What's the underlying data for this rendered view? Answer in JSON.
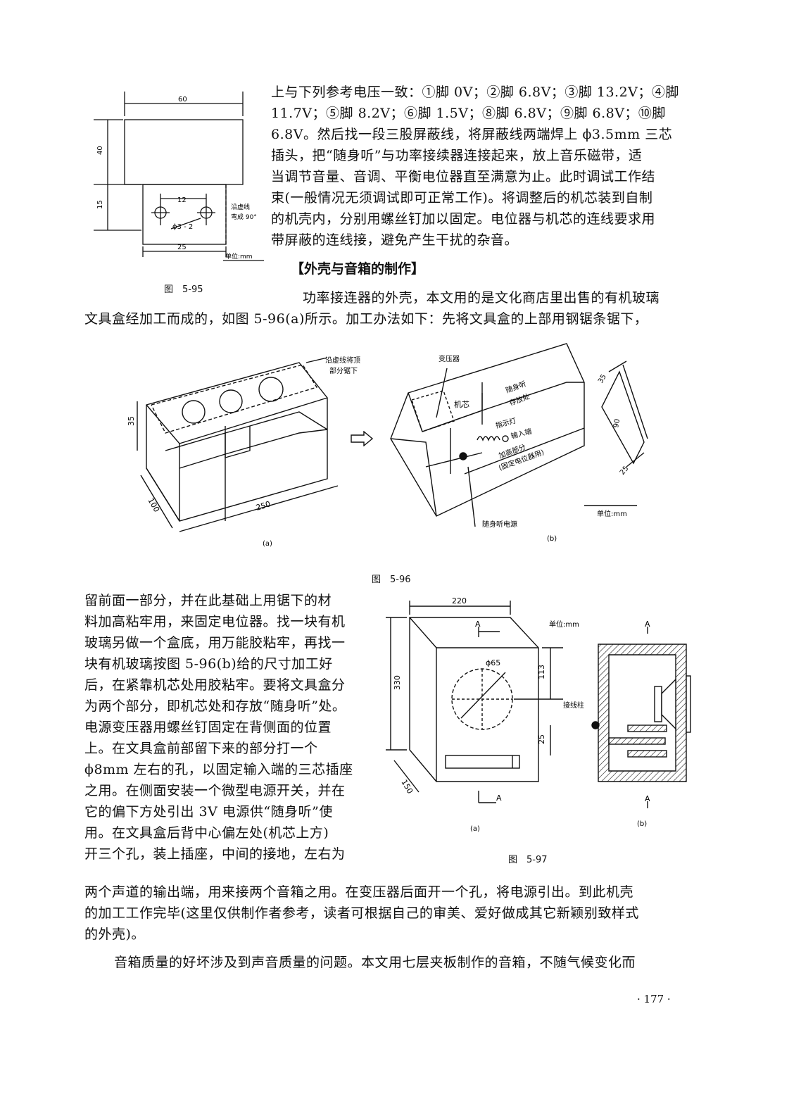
{
  "paragraph1": [
    "上与下列参考电压一致：①脚 0V；②脚 6.8V；③脚 13.2V；④脚",
    "11.7V；⑤脚 8.2V；⑥脚 1.5V；⑧脚 6.8V；⑨脚 6.8V；⑩脚",
    "6.8V。然后找一段三股屏蔽线，将屏蔽线两端焊上 ϕ3.5mm 三芯",
    "插头，把“随身听”与功率接续器连接起来，放上音乐磁带，适",
    "当调节音量、音调、平衡电位器直至满意为止。此时调试工作结",
    "束(一般情况无须调试即可正常工作)。将调整后的机芯装到自制",
    "的机壳内，分别用螺丝钉加以固定。电位器与机芯的连线要求用",
    "带屏蔽的连线接，避免产生干扰的杂音。"
  ],
  "heading": "【外壳与音箱的制作】",
  "paragraph2": [
    "功率接连器的外壳，本文用的是文化商店里出售的有机玻璃",
    "文具盒经加工而成的，如图 5-96(a)所示。加工办法如下：先将文具盒的上部用钢锯条锯下，"
  ],
  "paragraph3": [
    "留前面一部分，并在此基础上用锯下的材",
    "料加高粘牢用，来固定电位器。找一块有机",
    "玻璃另做一个盒底，用万能胶粘牢，再找一",
    "块有机玻璃按图 5-96(b)给的尺寸加工好",
    "后，在紧靠机芯处用胶粘牢。要将文具盒分",
    "为两个部分，即机芯处和存放“随身听”处。",
    "电源变压器用螺丝钉固定在背侧面的位置",
    "上。在文具盒前部留下来的部分打一个",
    "ϕ8mm 左右的孔，以固定输入端的三芯插座",
    "之用。在侧面安装一个微型电源开关，并在",
    "它的偏下方处引出 3V 电源供“随身听”使",
    "用。在文具盒后背中心偏左处(机芯上方)",
    "开三个孔，装上插座，中间的接地，左右为"
  ],
  "paragraph4": [
    "两个声道的输出端，用来接两个音箱之用。在变压器后面开一个孔，将电源引出。到此机壳",
    "的加工工作完毕(这里仅供制作者参考，读者可根据自己的审美、爱好做成其它新颖别致样式",
    "的外壳)。"
  ],
  "paragraph5": [
    "音箱质量的好坏涉及到声音质量的问题。本文用七层夹板制作的音箱，不随气候变化而"
  ],
  "page_number": "· 177 ·",
  "fig95": {
    "caption": "图　5-95",
    "dim_60": "60",
    "dim_40": "40",
    "dim_15": "15",
    "dim_12": "12",
    "dim_25": "25",
    "hole": "ϕ3 - 2",
    "bend_note_1": "沿虚线",
    "bend_note_2": "弯成 90°",
    "unit": "单位:mm"
  },
  "fig96": {
    "caption": "图　5-96",
    "label_a": "(a)",
    "label_b": "(b)",
    "cut_note_1": "沿虚线将顶",
    "cut_note_2": "部分锯下",
    "dim_35": "35",
    "dim_100": "100",
    "dim_250": "250",
    "transformer": "变压器",
    "core": "机芯",
    "walkman_1": "随身听",
    "walkman_2": "存放处",
    "indicator": "指示灯",
    "input": "输入端",
    "raised_1": "加高部分",
    "raised_2": "(固定电位器用)",
    "power": "随身听电源",
    "piece_35": "35",
    "piece_90": "90",
    "piece_25": "25",
    "unit": "单位:mm"
  },
  "fig97": {
    "caption": "图　5-97",
    "label_a": "(a)",
    "label_b": "(b)",
    "dim_220": "220",
    "dim_330": "330",
    "dim_150": "150",
    "dim_113": "113",
    "dim_25": "25",
    "hole": "ϕ65",
    "section": "A",
    "terminal": "接线柱",
    "unit": "单位:mm"
  }
}
